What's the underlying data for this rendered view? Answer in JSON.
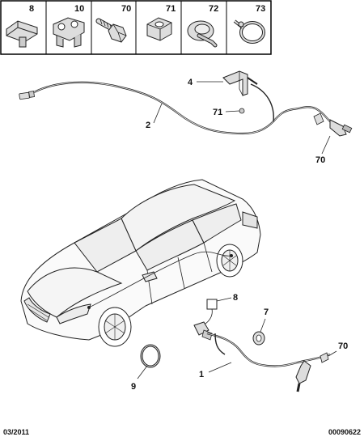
{
  "legend": {
    "items": [
      {
        "ref": "8"
      },
      {
        "ref": "10"
      },
      {
        "ref": "70"
      },
      {
        "ref": "71"
      },
      {
        "ref": "72"
      },
      {
        "ref": "73"
      }
    ]
  },
  "callouts": {
    "c4": "4",
    "c2": "2",
    "c71": "71",
    "c70_top": "70",
    "c8": "8",
    "c7": "7",
    "c70_bottom": "70",
    "c1": "1",
    "c9": "9"
  },
  "footer": {
    "date": "03/2011",
    "doc_number": "00090622"
  }
}
